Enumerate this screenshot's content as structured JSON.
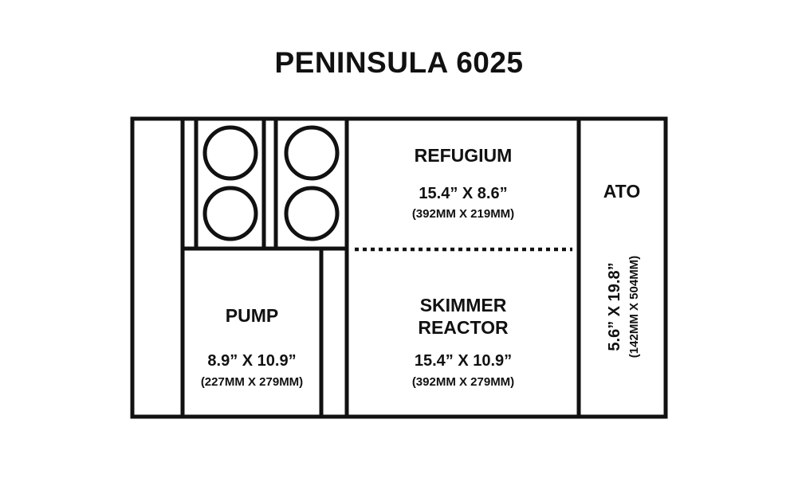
{
  "title": "PENINSULA 6025",
  "sections": {
    "refugium": {
      "name": "REFUGIUM",
      "dimensions": "15.4” X 8.6”",
      "dimensions_mm": "(392MM X 219MM)"
    },
    "skimmer_reactor": {
      "name_line1": "SKIMMER",
      "name_line2": "REACTOR",
      "dimensions": "15.4” X 10.9”",
      "dimensions_mm": "(392MM X 279MM)"
    },
    "pump": {
      "name": "PUMP",
      "dimensions": "8.9” X 10.9”",
      "dimensions_mm": "(227MM X 279MM)"
    },
    "ato": {
      "name": "ATO",
      "dimensions": "5.6” X 19.8”",
      "dimensions_mm": "(142MM X 504MM)"
    }
  },
  "colors": {
    "line": "#111111",
    "background": "#ffffff"
  }
}
